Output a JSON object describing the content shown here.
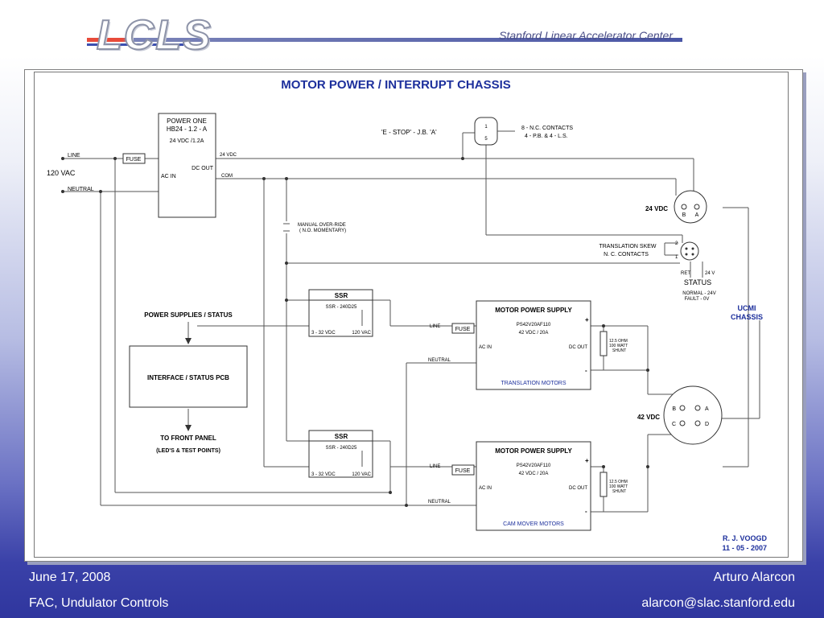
{
  "header": {
    "logo": "LCLS",
    "organization": "Stanford Linear Accelerator Center"
  },
  "diagram": {
    "title": "MOTOR  POWER / INTERRUPT  CHASSIS",
    "power_one": {
      "l1": "POWER  ONE",
      "l2": "HB24 - 1.2 - A",
      "l3": "24 VDC /1.2A",
      "dc_out": "DC  OUT",
      "ac_in": "AC IN"
    },
    "line": "LINE",
    "neutral": "NEUTRAL",
    "vac": "120  VAC",
    "fuse": "FUSE",
    "v24": "24 VDC",
    "com": "COM",
    "estop": "'E - STOP'  -  J.B. 'A'",
    "estop_pin1": "1",
    "estop_pin2": "5",
    "nc_contacts_1": "8 - N.C. CONTACTS",
    "nc_contacts_2": "4 - P.B. & 4 - L.S.",
    "override_1": "MANUAL  OVER-RIDE",
    "override_2": "( N.O.  MOMENTARY)",
    "conn24_label": "24 VDC",
    "conn24_b": "B",
    "conn24_a": "A",
    "skew_1": "TRANSLATION  SKEW",
    "skew_2": "N. C.  CONTACTS",
    "skew_pin2": "2",
    "skew_pin1": "1",
    "ret": "RET",
    "v24_small": "24 V",
    "status": "STATUS",
    "status_normal": "NORMAL  - 24V",
    "status_fault": "FAULT  -  0V",
    "ucmi_1": "UCMI",
    "ucmi_2": "CHASSIS",
    "ssr_title": "SSR",
    "ssr_model": "SSR - 240D25",
    "ssr_in": "3 - 32 VDC",
    "ssr_out": "120 VAC",
    "ps_status": "POWER  SUPPLIES  /  STATUS",
    "interface_pcb": "INTERFACE / STATUS  PCB",
    "front_panel": "TO  FRONT  PANEL",
    "leds": "(LED'S  &  TEST  POINTS)",
    "mps_title": "MOTOR  POWER  SUPPLY",
    "mps_model": "PS42V20AF110",
    "mps_rating": "42 VDC / 20A",
    "ac_in": "AC IN",
    "dc_out": "DC  OUT",
    "plus": "+",
    "minus": "-",
    "shunt_1": "12.5 OHM",
    "shunt_2": "100 WATT",
    "shunt_3": "SHUNT",
    "translation_motors": "TRANSLATION  MOTORS",
    "cam_motors": "CAM  MOVER  MOTORS",
    "v42": "42 VDC",
    "c42_b": "B",
    "c42_a": "A",
    "c42_c": "C",
    "c42_d": "D",
    "author": "R. J.  VOOGD",
    "date": "11 - 05 - 2007"
  },
  "footer": {
    "date": "June 17, 2008",
    "author": "Arturo Alarcon",
    "project": "FAC, Undulator Controls",
    "email": "alarcon@slac.stanford.edu"
  }
}
